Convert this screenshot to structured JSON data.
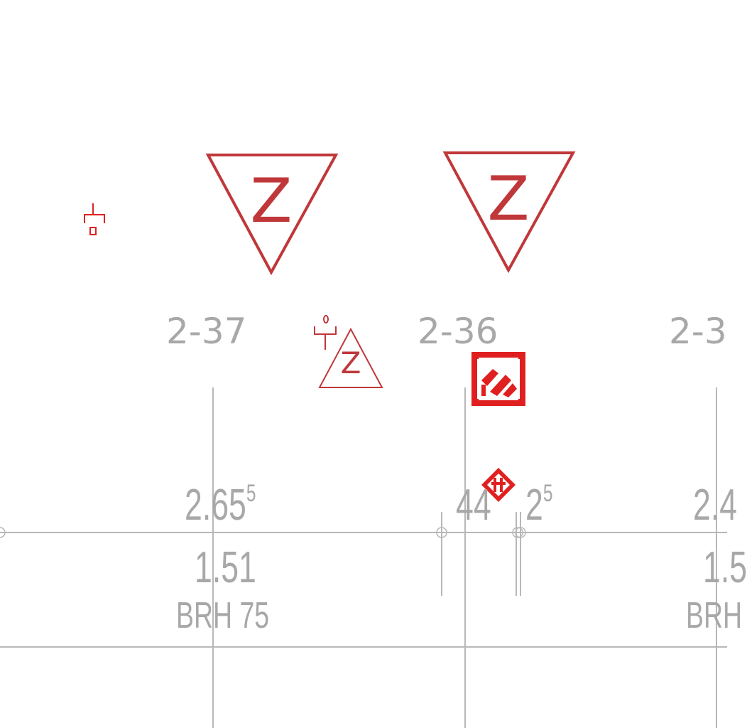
{
  "map": {
    "colors": {
      "sign_red": "#c0373a",
      "bright_red": "#e02020",
      "grid_gray": "#b8b8b8",
      "label_gray": "#a8a8a8"
    },
    "yield_signs": [
      {
        "letter": "Z"
      },
      {
        "letter": "Z"
      },
      {
        "letter": "Z"
      }
    ],
    "section_labels": [
      "2-37",
      "2-36",
      "2-3"
    ],
    "measurements": {
      "m1_main": "2.65",
      "m1_sup": "5",
      "m2_main": "44",
      "m3_main": "2",
      "m3_sup": "5",
      "m4_main": "2.4"
    },
    "values": {
      "v1": "1.51",
      "v2": "1.5"
    },
    "codes": {
      "c1": "BRH 75",
      "c2": "BRH"
    },
    "icons": [
      "anchor-icon",
      "anchor-icon",
      "hazard-square-icon",
      "hazard-diamond-icon"
    ]
  }
}
